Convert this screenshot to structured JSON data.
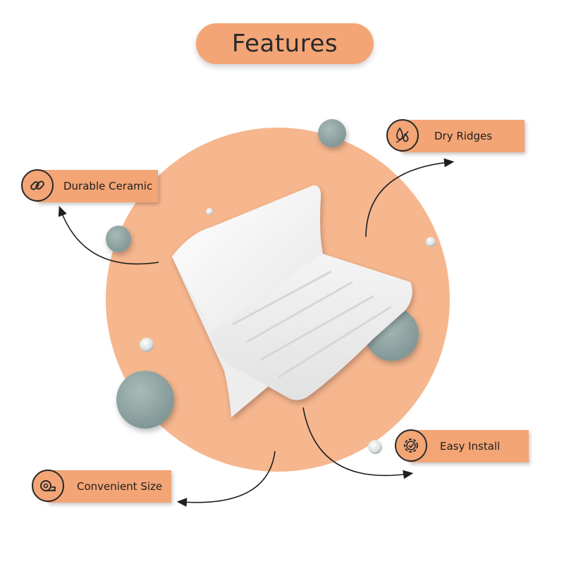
{
  "header": {
    "title": "Features"
  },
  "features": [
    {
      "label": "Durable Ceramic",
      "icon": "chain-link-icon"
    },
    {
      "label": "Dry Ridges",
      "icon": "water-drops-icon"
    },
    {
      "label": "Easy Install",
      "icon": "gear-check-icon"
    },
    {
      "label": "Convenient Size",
      "icon": "measuring-tape-icon"
    }
  ],
  "colors": {
    "accent": "#f3a576",
    "circle": "#f6b68e",
    "stone": "#8fa3a1",
    "text": "#1e1e1e"
  }
}
